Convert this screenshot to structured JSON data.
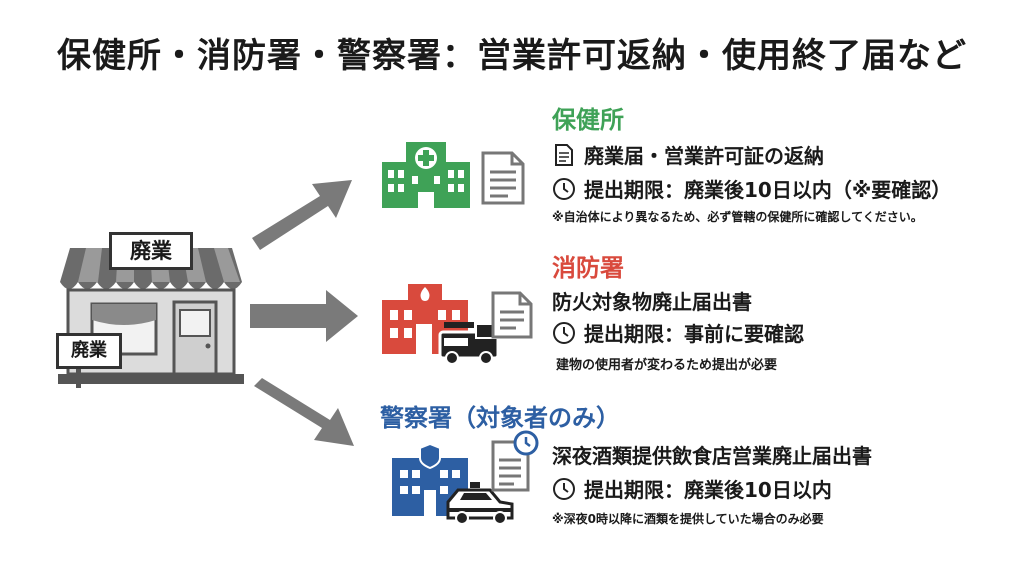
{
  "title": "保健所・消防署・警察署：営業許可返納・使用終了届など",
  "store": {
    "sign_top": "廃業",
    "sign_side": "廃業"
  },
  "health": {
    "title": "保健所",
    "color": "#3fa257",
    "item": "廃業届・営業許可証の返納",
    "deadline": "提出期限：廃業後10日以内（※要確認）",
    "note": "※自治体により異なるため、必ず管轄の保健所に確認してください。"
  },
  "fire": {
    "title": "消防署",
    "color": "#d94a3d",
    "item": "防火対象物廃止届出書",
    "deadline": "提出期限：事前に要確認",
    "note": "建物の使用者が変わるため提出が必要"
  },
  "police": {
    "title": "警察署（対象者のみ）",
    "color": "#2d5fa3",
    "item": "深夜酒類提供飲食店営業廃止届出書",
    "deadline": "提出期限：廃業後10日以内",
    "note": "※深夜0時以降に酒類を提供していた場合のみ必要"
  }
}
